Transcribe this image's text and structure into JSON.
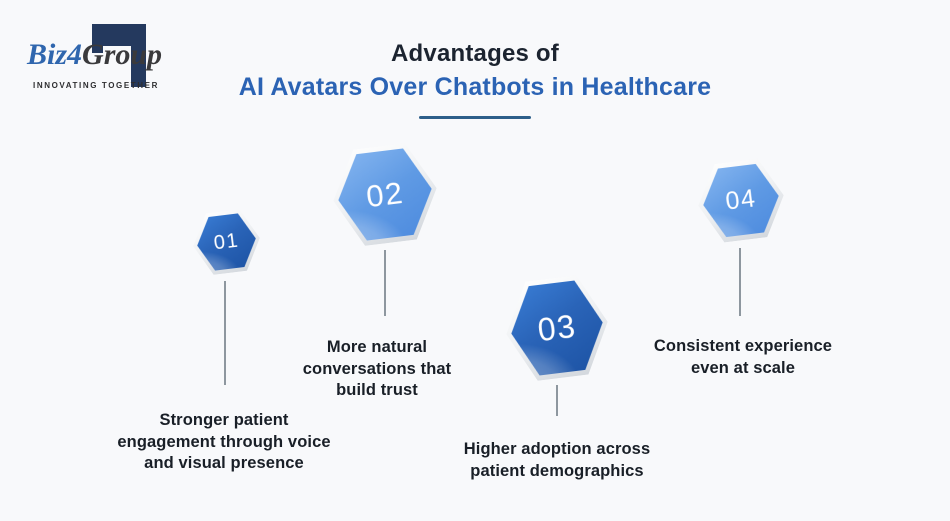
{
  "logo": {
    "brand_biz": "Biz",
    "brand_4": "4",
    "brand_group": "Group",
    "tagline": "INNOVATING TOGETHER"
  },
  "header": {
    "title_line1": "Advantages of",
    "title_line2": "AI Avatars Over Chatbots in Healthcare"
  },
  "items": [
    {
      "number": "01",
      "variant": "dark",
      "label": "Stronger patient\nengagement through voice\nand visual presence"
    },
    {
      "number": "02",
      "variant": "light",
      "label": "More natural\nconversations that\nbuild trust"
    },
    {
      "number": "03",
      "variant": "dark",
      "label": "Higher adoption across\npatient demographics"
    },
    {
      "number": "04",
      "variant": "light",
      "label": "Consistent experience\neven at scale"
    }
  ],
  "colors": {
    "background": "#f8f9fb",
    "title_dark": "#1c2430",
    "title_accent": "#2b63b4",
    "underline": "#2d5f8a",
    "hex_dark_start": "#3a7ed6",
    "hex_dark_end": "#1c52a3",
    "hex_light_start": "#86b6f0",
    "hex_light_end": "#4c8ade",
    "connector": "#8e979f",
    "label_text": "#191f27",
    "logo_navy": "#24395e",
    "logo_blue": "#2f66ae"
  }
}
